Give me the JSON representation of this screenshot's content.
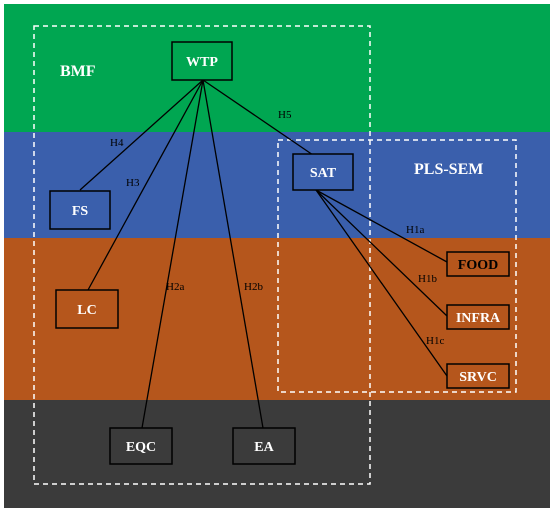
{
  "regions": [
    {
      "id": "green",
      "color": "#00a651"
    },
    {
      "id": "blue",
      "color": "#3a5fac"
    },
    {
      "id": "orange",
      "color": "#b5561c"
    },
    {
      "id": "dark",
      "color": "#3b3b3b"
    }
  ],
  "groups": [
    {
      "id": "bmf",
      "label": "BMF"
    },
    {
      "id": "plssem",
      "label": "PLS-SEM"
    }
  ],
  "nodes": [
    {
      "id": "WTP",
      "label": "WTP",
      "fill": "#00a651",
      "text": "#ffffff"
    },
    {
      "id": "SAT",
      "label": "SAT",
      "fill": "#3a5fac",
      "text": "#ffffff"
    },
    {
      "id": "FS",
      "label": "FS",
      "fill": "#3a5fac",
      "text": "#ffffff"
    },
    {
      "id": "LC",
      "label": "LC",
      "fill": "#b5561c",
      "text": "#ffffff"
    },
    {
      "id": "FOOD",
      "label": "FOOD",
      "fill": "#b5561c",
      "text": "#000000"
    },
    {
      "id": "INFRA",
      "label": "INFRA",
      "fill": "#b5561c",
      "text": "#ffffff"
    },
    {
      "id": "SRVC",
      "label": "SRVC",
      "fill": "#b5561c",
      "text": "#ffffff"
    },
    {
      "id": "EQC",
      "label": "EQC",
      "fill": "#3b3b3b",
      "text": "#ffffff"
    },
    {
      "id": "EA",
      "label": "EA",
      "fill": "#3b3b3b",
      "text": "#ffffff"
    }
  ],
  "edges": [
    {
      "from": "WTP",
      "to": "FS",
      "label": "H4"
    },
    {
      "from": "WTP",
      "to": "LC",
      "label": "H3"
    },
    {
      "from": "WTP",
      "to": "EQC",
      "label": "H2a"
    },
    {
      "from": "WTP",
      "to": "EA",
      "label": "H2b"
    },
    {
      "from": "WTP",
      "to": "SAT",
      "label": "H5"
    },
    {
      "from": "SAT",
      "to": "FOOD",
      "label": "H1a"
    },
    {
      "from": "SAT",
      "to": "INFRA",
      "label": "H1b"
    },
    {
      "from": "SAT",
      "to": "SRVC",
      "label": "H1c"
    }
  ]
}
